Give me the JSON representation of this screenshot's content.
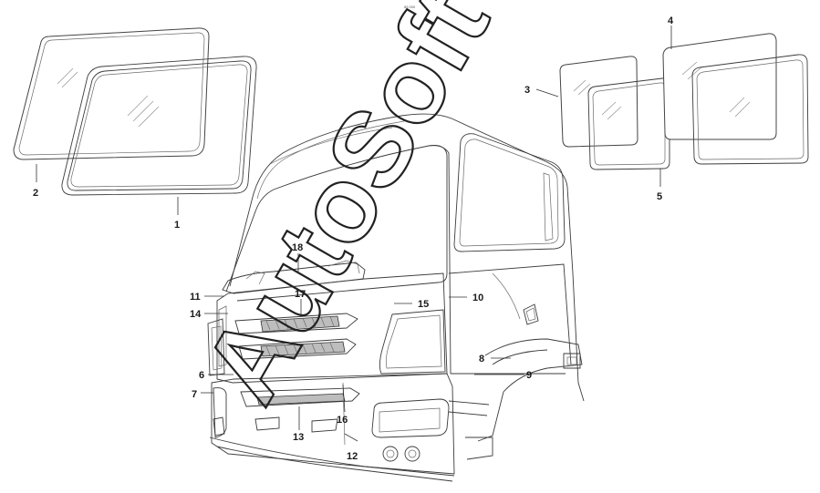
{
  "header": {
    "code": "85 000"
  },
  "watermark": {
    "text": "AutoSoft"
  },
  "callouts": [
    {
      "id": "c1",
      "label": "1"
    },
    {
      "id": "c2",
      "label": "2"
    },
    {
      "id": "c3",
      "label": "3"
    },
    {
      "id": "c4",
      "label": "4"
    },
    {
      "id": "c5",
      "label": "5"
    },
    {
      "id": "c6",
      "label": "6"
    },
    {
      "id": "c7",
      "label": "7"
    },
    {
      "id": "c8",
      "label": "8"
    },
    {
      "id": "c9",
      "label": "9"
    },
    {
      "id": "c10",
      "label": "10"
    },
    {
      "id": "c11",
      "label": "11"
    },
    {
      "id": "c12",
      "label": "12"
    },
    {
      "id": "c13",
      "label": "13"
    },
    {
      "id": "c14",
      "label": "14"
    },
    {
      "id": "c15",
      "label": "15"
    },
    {
      "id": "c16",
      "label": "16"
    },
    {
      "id": "c17",
      "label": "17"
    },
    {
      "id": "c18",
      "label": "18"
    }
  ]
}
